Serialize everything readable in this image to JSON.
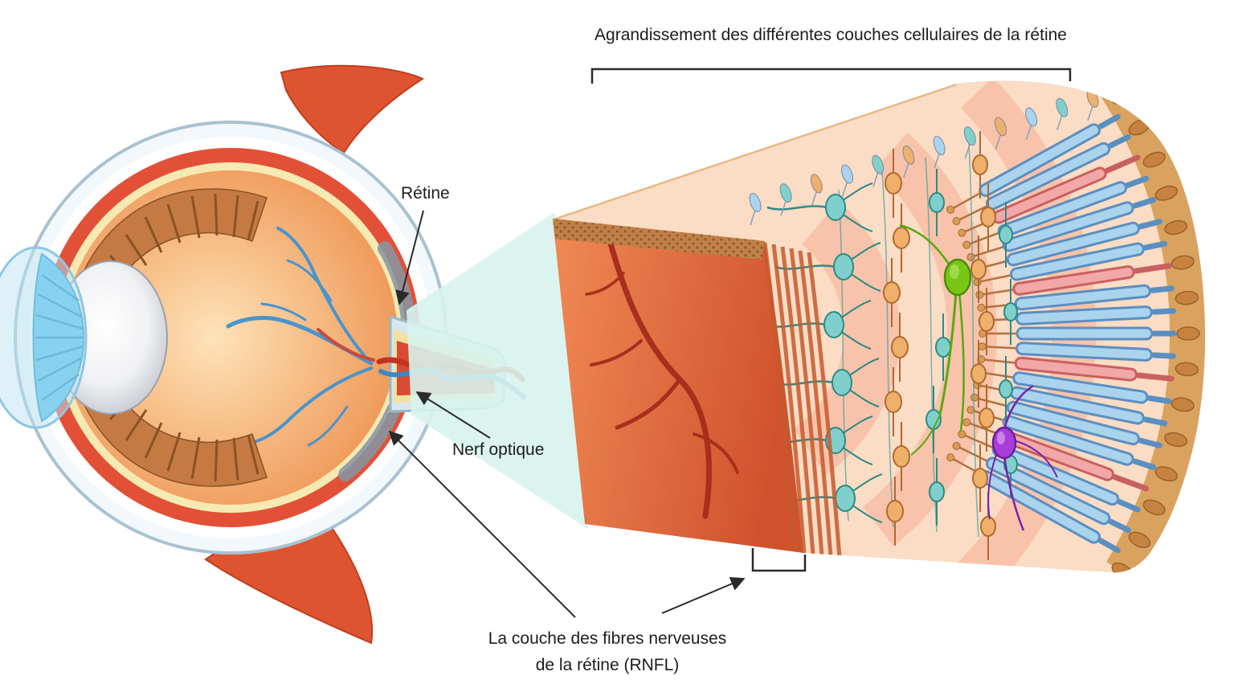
{
  "title": "Agrandissement des différentes couches cellulaires de la rétine",
  "labels": {
    "retina": "Rétine",
    "optic_nerve": "Nerf optique",
    "rnfl_line1": "La couche des fibres nerveuses",
    "rnfl_line2": "de la rétine (RNFL)"
  },
  "illustration": {
    "colors": {
      "ink": "#2a2a2a",
      "beam": "#d8f3ed",
      "sclera_outer": "#f2f8fb",
      "sclera_edge": "#a9c2d1",
      "choroid": "#e25038",
      "retina_yellow": "#f6e9b2",
      "retina_gray_band": "#8496a4",
      "muscle": "#df5430",
      "cornea": "#bee4f4",
      "iris": "#4fc1ec",
      "ciliary": "#c47a42",
      "vessel_blue": "#4a94cc",
      "vessel_red": "#c23322",
      "optic_nerve_core": "#d84a32",
      "block_base": "#fbdcc5",
      "rnfl_face_light": "#f08a55",
      "rnfl_face_dark": "#d0522c",
      "epithelium_band": "#d9a25e"
    },
    "photoreceptors": {
      "count": 21,
      "cone_interval": 5,
      "rod_fill": "#aad3ee",
      "rod_edge": "#5b8fc0",
      "cone_fill": "#f2a8a8",
      "cone_edge": "#c96060",
      "terminal_fill": "#d99a55",
      "terminal_edge": "#a5692f"
    },
    "cells": {
      "ganglion_fill": "#7fd0cc",
      "ganglion_edge": "#2e8a85",
      "bipolar_fill": "#eeb06a",
      "bipolar_edge": "#b06a2f",
      "green_fill": "#79c616",
      "green_edge": "#4c8d0b",
      "purple_fill": "#a83ddb",
      "purple_edge": "#6a1f99",
      "epithelium_cell_fill": "#c8823f",
      "epithelium_cell_edge": "#99622a"
    },
    "epithelium_cell_count": 15,
    "top_surface_cell_count": 12
  }
}
